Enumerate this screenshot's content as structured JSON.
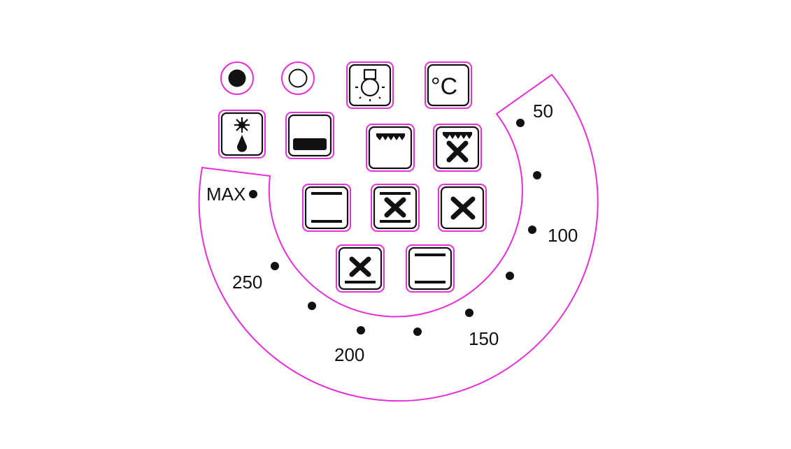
{
  "colors": {
    "outline": "#e62fd8",
    "ink": "#111111",
    "background": "#ffffff"
  },
  "dial": {
    "scale_labels": {
      "t50": "50",
      "t100": "100",
      "t150": "150",
      "t200": "200",
      "t250": "250",
      "max": "MAX"
    }
  },
  "indicators": [
    {
      "name": "power-indicator-on",
      "state": "filled"
    },
    {
      "name": "power-indicator-off",
      "state": "hollow"
    }
  ],
  "buttons": {
    "lamp": "lamp-icon",
    "celsius": "°C",
    "defrost": "defrost-icon",
    "bottom_heat": "bottom-heat-icon",
    "grill": "grill-icon",
    "grill_fan": "grill-fan-icon",
    "top_bottom_heat": "top-bottom-heat-icon",
    "fan_top_bottom": "fan-top-bottom-icon",
    "fan_only": "fan-icon",
    "fan_bottom": "fan-bottom-heat-icon",
    "top_bottom_heat_2": "top-bottom-heat-icon"
  }
}
